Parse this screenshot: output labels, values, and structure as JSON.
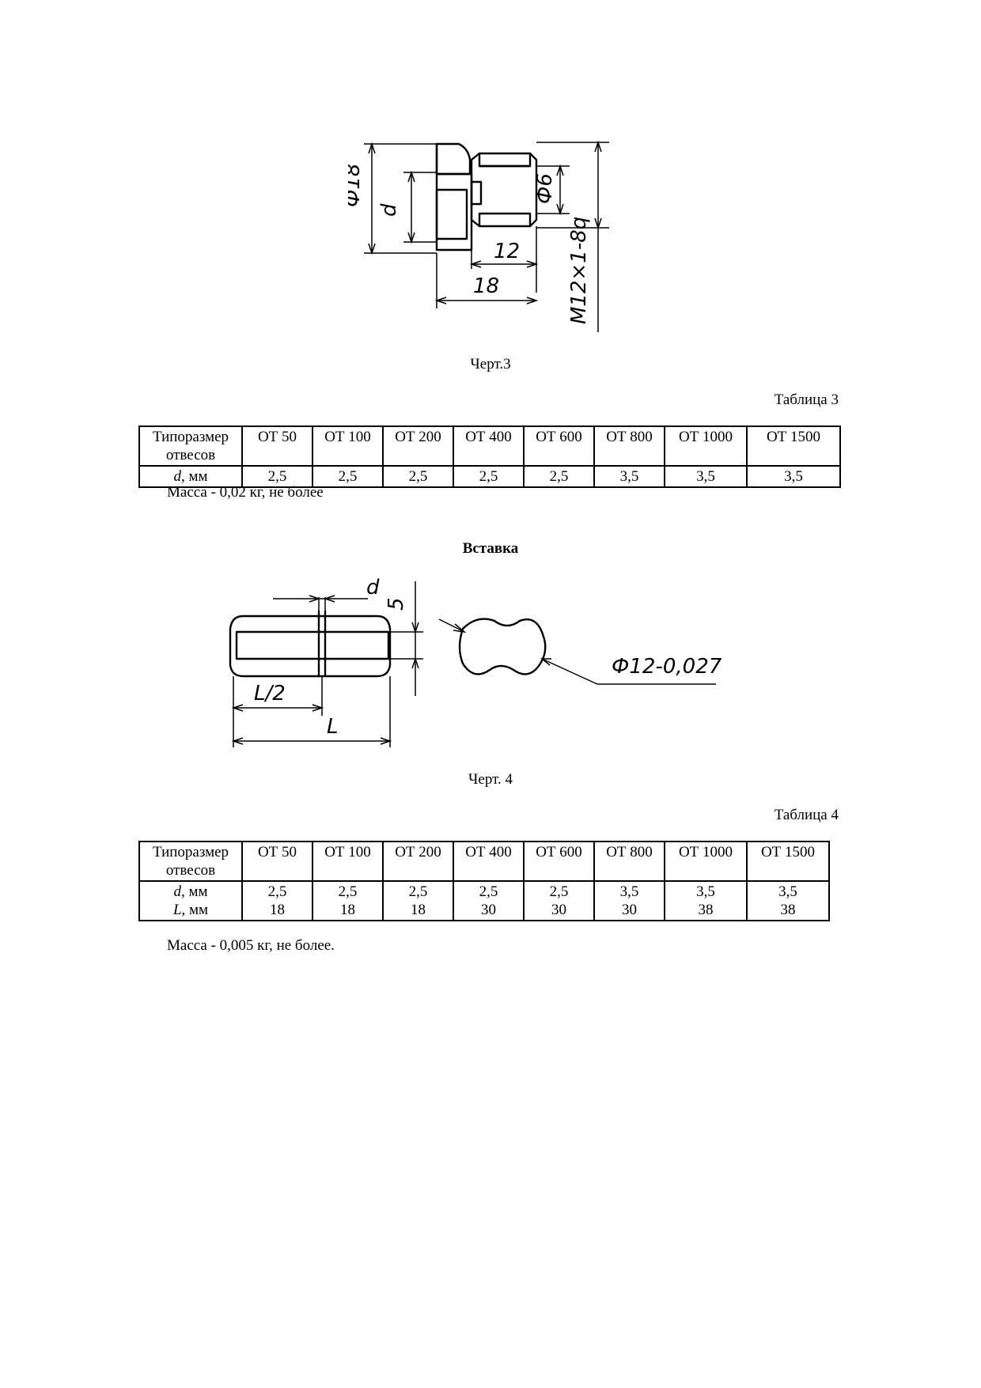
{
  "drawing1": {
    "dims": {
      "phi18": "Ф18",
      "d": "d",
      "phi6": "Ф6",
      "len12": "12",
      "len18": "18",
      "thread": "M12×1-8q"
    },
    "caption": "Черт.3"
  },
  "table3": {
    "label": "Таблица 3",
    "header_label": [
      "Типоразмер",
      "отвесов"
    ],
    "columns": [
      "ОТ 50",
      "ОТ 100",
      "ОТ 200",
      "ОТ 400",
      "ОТ 600",
      "ОТ 800",
      "ОТ 1000",
      "ОТ 1500"
    ],
    "rows": [
      {
        "sym": "d",
        "unit": ", мм",
        "values": [
          "2,5",
          "2,5",
          "2,5",
          "2,5",
          "2,5",
          "3,5",
          "3,5",
          "3,5"
        ]
      }
    ],
    "note": "Масса - 0,02 кг, не более"
  },
  "insert": {
    "heading": "Вставка"
  },
  "drawing2": {
    "dims": {
      "d": "d",
      "five": "5",
      "half_l": "L/2",
      "l": "L",
      "phi12": "Ф12-0,027"
    },
    "caption": "Черт. 4"
  },
  "table4": {
    "label": "Таблица 4",
    "header_label": [
      "Типоразмер",
      "отвесов"
    ],
    "columns": [
      "ОТ 50",
      "ОТ 100",
      "ОТ 200",
      "ОТ 400",
      "ОТ 600",
      "ОТ 800",
      "ОТ 1000",
      "ОТ 1500"
    ],
    "rows": [
      {
        "sym": "d",
        "unit": ", мм",
        "values": [
          "2,5",
          "2,5",
          "2,5",
          "2,5",
          "2,5",
          "3,5",
          "3,5",
          "3,5"
        ]
      },
      {
        "sym": "L",
        "unit": ", мм",
        "values": [
          "18",
          "18",
          "18",
          "30",
          "30",
          "30",
          "38",
          "38"
        ]
      }
    ],
    "note": "Масса - 0,005 кг, не более."
  }
}
